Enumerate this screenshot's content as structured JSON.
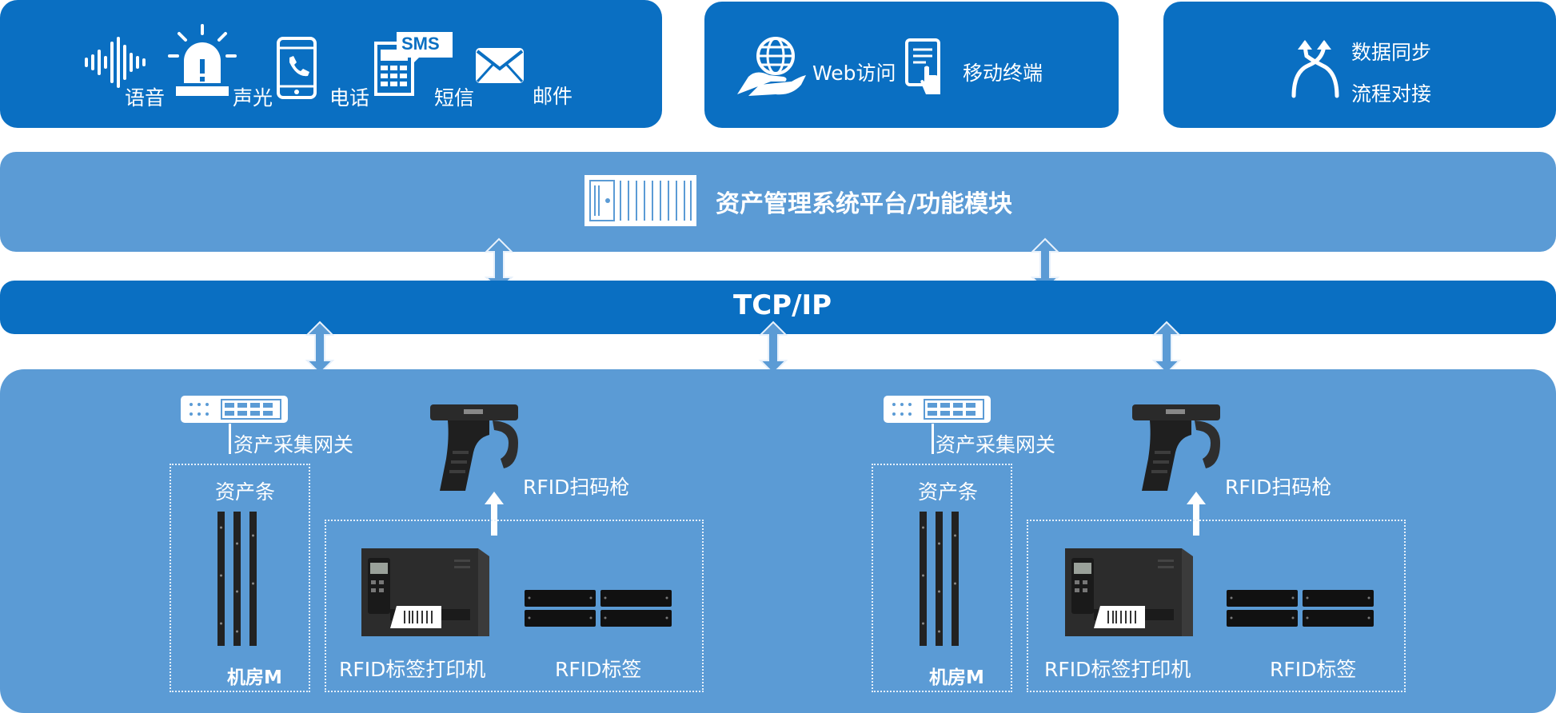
{
  "top": {
    "alerts": [
      "语音",
      "声光",
      "电话",
      "短信",
      "邮件"
    ],
    "sms_badge": "SMS",
    "access": [
      "Web访问",
      "移动终端"
    ],
    "integration": [
      "数据同步",
      "流程对接"
    ]
  },
  "platform": {
    "title": "资产管理系统平台/功能模块"
  },
  "network": {
    "title": "TCP/IP"
  },
  "site_left": {
    "gateway": "资产采集网关",
    "strip_title": "资产条",
    "room": "机房M",
    "scanner": "RFID扫码枪",
    "printer": "RFID标签打印机",
    "tags": "RFID标签"
  },
  "site_right": {
    "gateway": "资产采集网关",
    "strip_title": "资产条",
    "room": "机房M",
    "scanner": "RFID扫码枪",
    "printer": "RFID标签打印机",
    "tags": "RFID标签"
  },
  "colors": {
    "dark_blue": "#0a6fc2",
    "mid_blue": "#5b9bd5"
  }
}
